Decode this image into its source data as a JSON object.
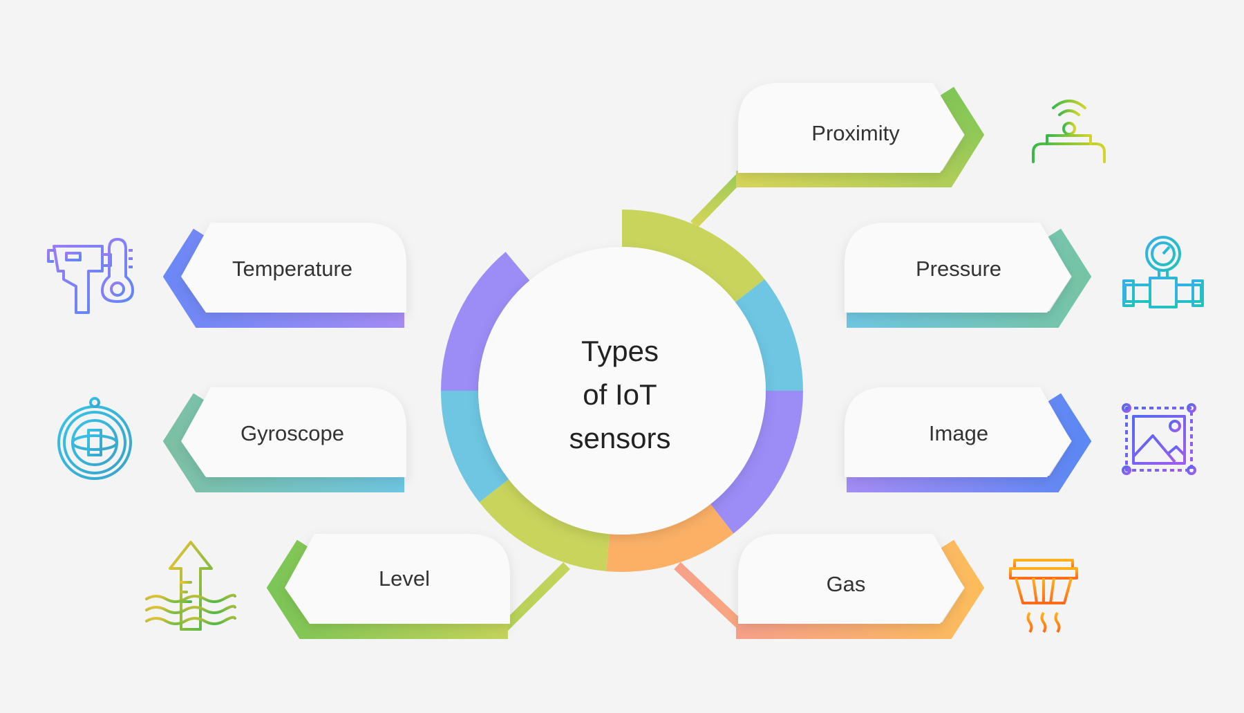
{
  "title": {
    "line1": "Types",
    "line2": "of IoT",
    "line3": "sensors"
  },
  "sensors": [
    {
      "label": "Proximity",
      "icon": "proximity-sensor-icon",
      "color_from": "#c5d45a",
      "color_to": "#7cc556"
    },
    {
      "label": "Pressure",
      "icon": "pressure-gauge-icon",
      "color_from": "#6ec6e2",
      "color_to": "#76c4a6"
    },
    {
      "label": "Image",
      "icon": "image-frame-icon",
      "color_from": "#a58cf6",
      "color_to": "#5c88f4"
    },
    {
      "label": "Gas",
      "icon": "smoke-detector-icon",
      "color_from": "#f7a37e",
      "color_to": "#fcbc5c"
    },
    {
      "label": "Temperature",
      "icon": "thermometer-gun-icon",
      "color_from": "#6d88f6",
      "color_to": "#a58cf6"
    },
    {
      "label": "Gyroscope",
      "icon": "gyroscope-icon",
      "color_from": "#7cc0a4",
      "color_to": "#6ec6e2"
    },
    {
      "label": "Level",
      "icon": "water-level-icon",
      "color_from": "#7cc556",
      "color_to": "#c5d45a"
    }
  ],
  "ring_colors": [
    "#c8d45c",
    "#6ec6e2",
    "#9b8cf6",
    "#fbb066",
    "#c8d45c",
    "#6ec6e2",
    "#9b8cf6"
  ]
}
